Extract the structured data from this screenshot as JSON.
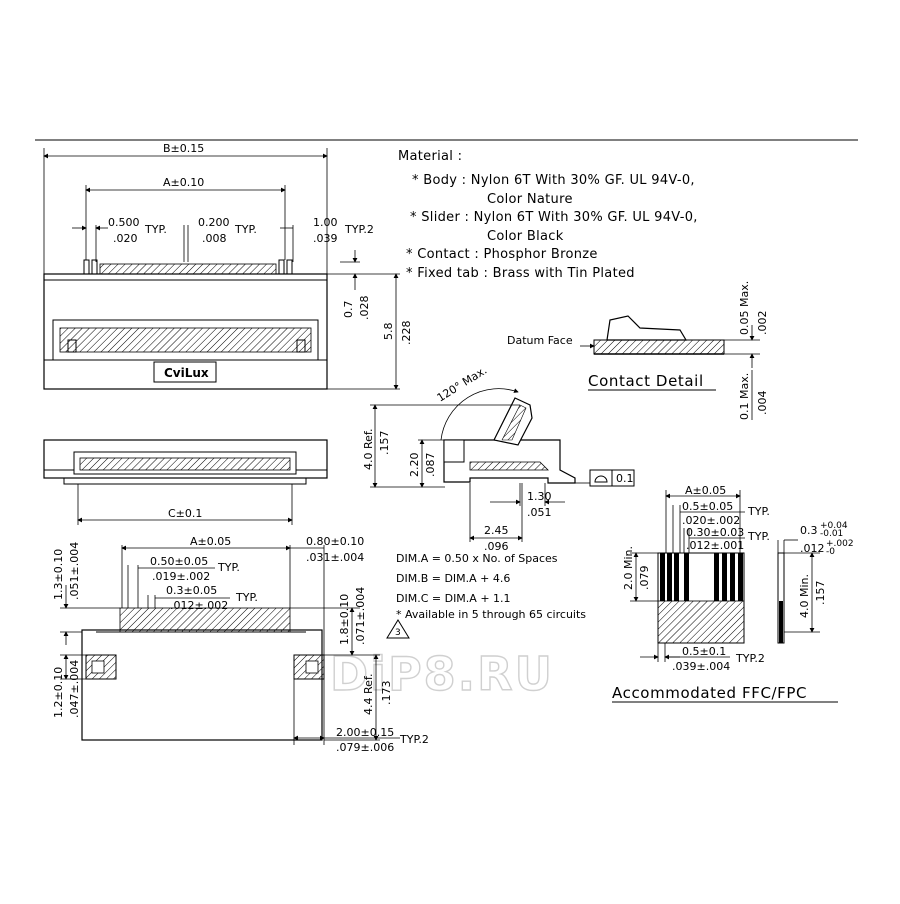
{
  "material": {
    "title": "Material :",
    "lines": [
      "* Body : Nylon 6T With 30% GF. UL 94V-0,",
      "Color Nature",
      "* Slider : Nylon 6T With 30% GF. UL 94V-0,",
      "Color Black",
      "* Contact : Phosphor Bronze",
      "* Fixed tab : Brass with Tin Plated"
    ]
  },
  "top_view": {
    "dim_b": "B±0.15",
    "dim_a": "A±0.10",
    "pitch_1": "0.500",
    "pitch_1_in": ".020",
    "typ": "TYP.",
    "pitch_2": "0.200",
    "pitch_2_in": ".008",
    "end_1": "1.00",
    "end_1_in": ".039",
    "typ2": "TYP.2",
    "h_07": "0.7",
    "h_07_in": ".028",
    "h_58": "5.8",
    "h_58_in": ".228",
    "brand": "CviLux"
  },
  "front_view": {
    "dim_c": "C±0.1"
  },
  "side_view": {
    "angle": "120° Max.",
    "h_40": "4.0 Ref.",
    "h_40_in": ".157",
    "h_22": "2.20",
    "h_22_in": ".087",
    "w_130": "1.30",
    "w_130_in": ".051",
    "w_245": "2.45",
    "w_245_in": ".096",
    "flatness": "0.1"
  },
  "contact_detail": {
    "datum": "Datum Face",
    "title": "Contact Detail",
    "v_005": "0.05 Max.",
    "v_005_in": ".002",
    "v_01": "0.1 Max.",
    "v_01_in": ".004"
  },
  "pcb_layout": {
    "a": "A±0.05",
    "edge": "0.80±0.10",
    "edge_in": ".031±.004",
    "p1": "0.50±0.05",
    "p1_in": ".019±.002",
    "typ": "TYP.",
    "p2": "0.3±0.05",
    "p2_in": ".012±.002",
    "v13": "1.3±0.10",
    "v13_in": ".051±.004",
    "v12": "1.2±0.10",
    "v12_in": ".047±.004",
    "v18": "1.8±0.10",
    "v18_in": ".071±.004",
    "v44": "4.4 Ref.",
    "v44_in": ".173",
    "w20": "2.00±0.15",
    "w20_in": ".079±.006",
    "typ2": "TYP.2"
  },
  "dim_notes": [
    "DIM.A = 0.50 x No. of Spaces",
    "DIM.B = DIM.A + 4.6",
    "DIM.C = DIM.A + 1.1",
    "* Available in 5 through 65 circuits"
  ],
  "note_mark": "3",
  "ffc": {
    "a": "A±0.05",
    "p1": "0.5±0.05",
    "p1_in": ".020±.002",
    "p2": "0.30±0.03",
    "p2_in": ".012±.001",
    "typ": "TYP.",
    "thk": "0.3",
    "thk_tol_up": "+0.04",
    "thk_tol_dn": "-0.01",
    "thk_in": ".012",
    "thk_in_up": "+.002",
    "thk_in_dn": "-0",
    "min20": "2.0 Min.",
    "min20_in": ".079",
    "min40": "4.0 Min.",
    "min40_in": ".157",
    "w05": "0.5±0.1",
    "w05_in": ".039±.004",
    "typ2": "TYP.2",
    "title": "Accommodated FFC/FPC"
  },
  "watermark": "DiP8.RU"
}
